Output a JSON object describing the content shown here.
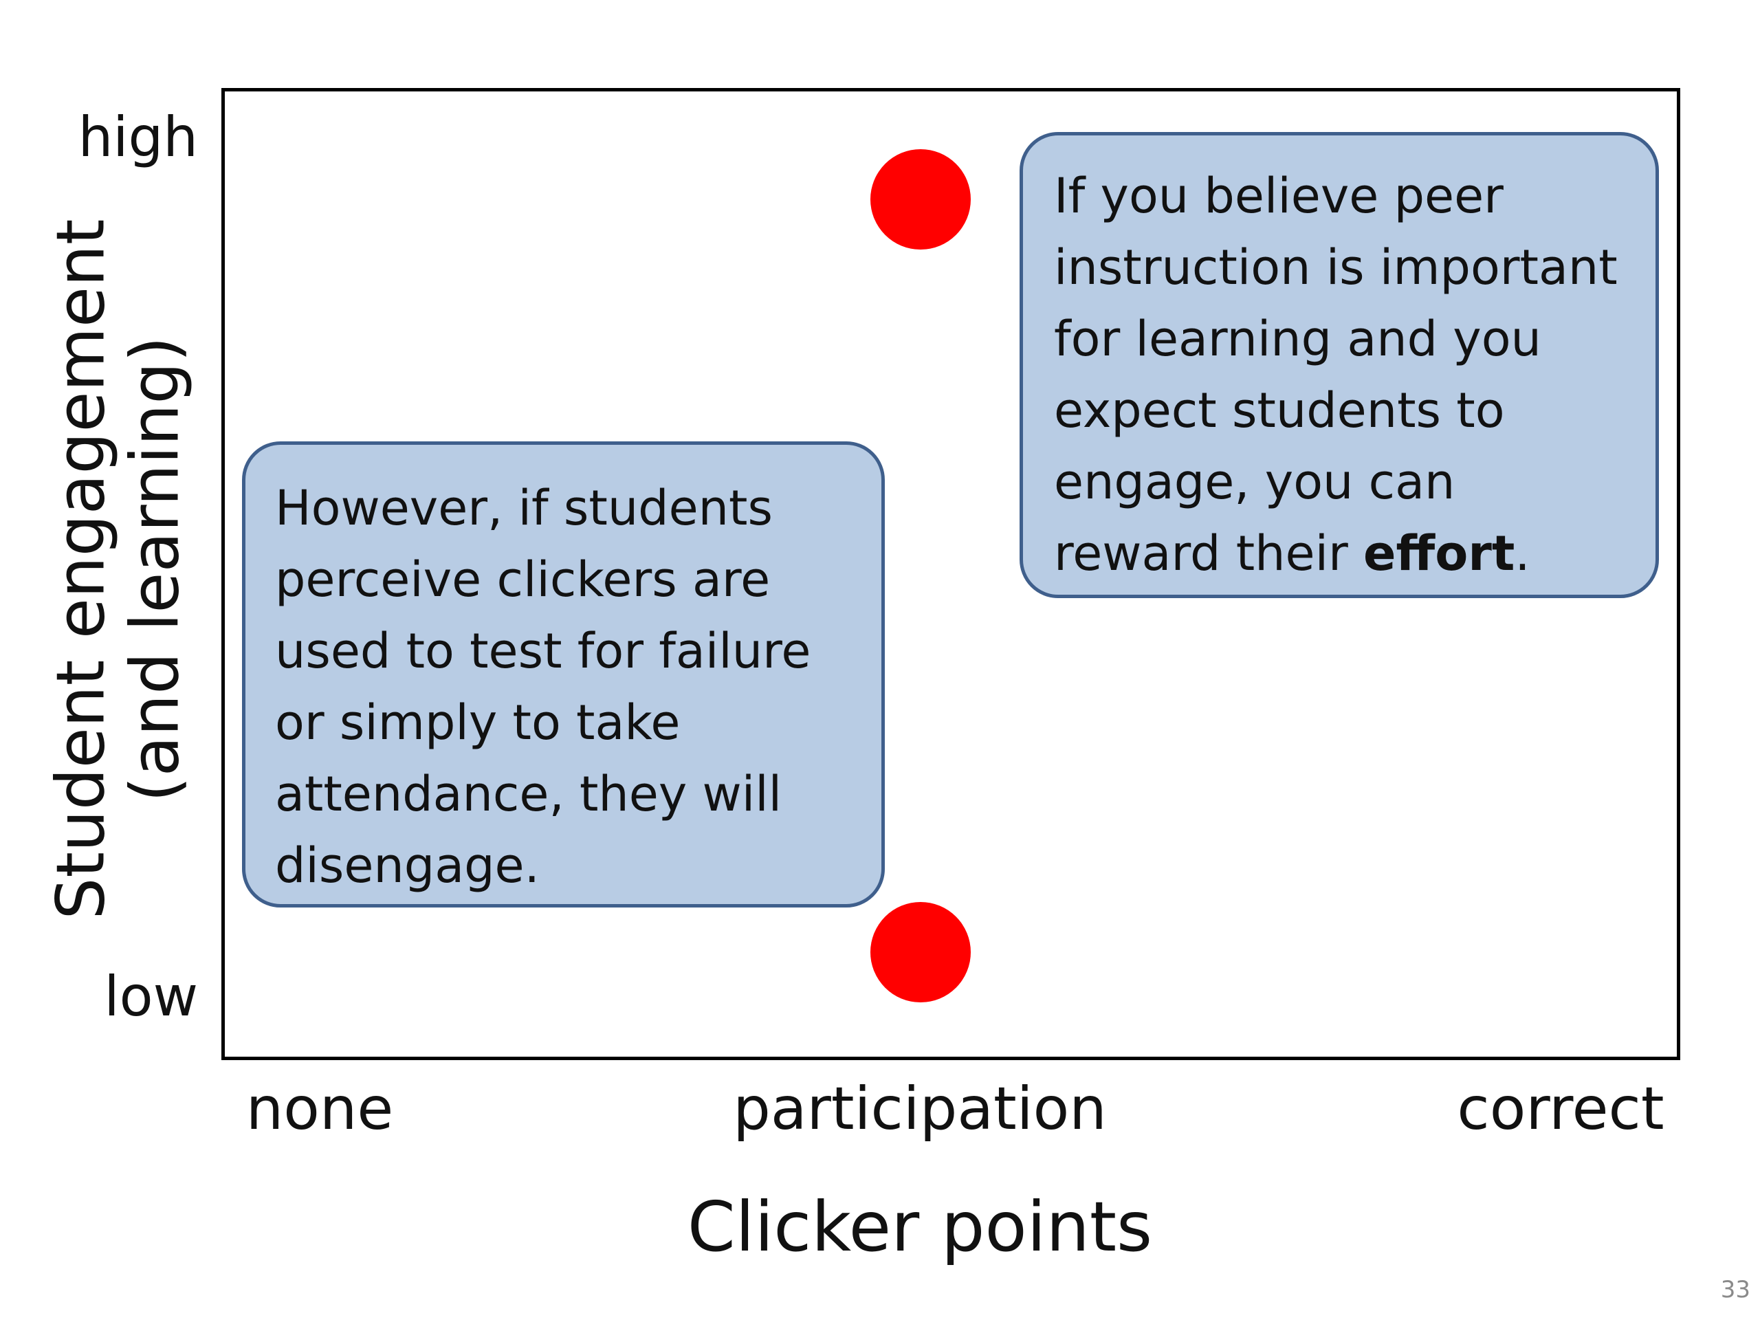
{
  "axes": {
    "x_title": "Clicker points",
    "y_title": [
      "Student engagement",
      "(and learning)"
    ],
    "x_ticks": [
      "none",
      "participation",
      "correct"
    ],
    "y_ticks": [
      "high",
      "low"
    ]
  },
  "points": [
    {
      "x": "participation",
      "y": "high",
      "color": "#ff0000"
    },
    {
      "x": "participation",
      "y": "low",
      "color": "#ff0000"
    }
  ],
  "callouts": {
    "left": [
      "However, if students",
      "perceive clickers are",
      "used to test for failure",
      "or simply to take",
      "attendance, they will",
      "disengage."
    ],
    "right": {
      "lines": [
        "If you believe peer",
        "instruction is important",
        "for learning and you",
        "expect students to",
        "engage, you  can"
      ],
      "last_line_prefix": "reward their ",
      "last_line_bold": "effort",
      "last_line_suffix": "."
    }
  },
  "page_number": "33",
  "colors": {
    "accent": "#ff0000",
    "callout_fill": "#b8cce4",
    "callout_border": "#3f5f8c"
  }
}
